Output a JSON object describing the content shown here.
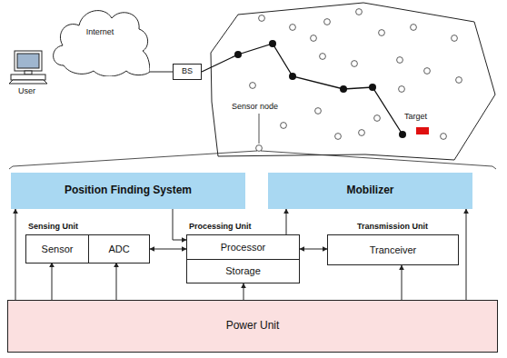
{
  "diagram": {
    "nodes": [
      {
        "text": [
          "Internet"
        ]
      },
      {
        "text": [
          "BS"
        ]
      },
      {
        "text": [
          "Position Finding System"
        ]
      },
      {
        "text": [
          "Mobilizer"
        ]
      },
      {
        "text": [
          "Sensing Unit"
        ]
      },
      {
        "text": [
          "Sensor"
        ],
        "in": 4
      },
      {
        "text": [
          "ADC"
        ],
        "in": 4
      },
      {
        "text": [
          "Processing Unit"
        ]
      },
      {
        "text": [
          "Processor"
        ],
        "in": 7
      },
      {
        "text": [
          "Storage"
        ],
        "in": 7
      },
      {
        "text": [
          "Transmission Unit"
        ]
      },
      {
        "text": [
          "Tranceiver"
        ],
        "in": 10
      },
      {
        "text": [
          "Power Unit"
        ]
      }
    ],
    "edges": [
      {
        "from": 0,
        "to": 1,
        "arrow": "none"
      },
      {
        "from": 2,
        "to": 7,
        "arrow": "to"
      },
      {
        "from": 7,
        "to": 3,
        "arrow": "to"
      },
      {
        "from": 4,
        "to": 7,
        "arrow": "both"
      },
      {
        "from": 7,
        "to": 10,
        "arrow": "both"
      },
      {
        "from": 12,
        "to": 2,
        "arrow": "to"
      },
      {
        "from": 12,
        "to": 5,
        "arrow": "to"
      },
      {
        "from": 12,
        "to": 6,
        "arrow": "to"
      },
      {
        "from": 12,
        "to": 7,
        "arrow": "to"
      },
      {
        "from": 12,
        "to": 10,
        "arrow": "to"
      },
      {
        "from": 12,
        "to": 3,
        "arrow": "to"
      }
    ],
    "labels": [
      "User",
      "Sensor node",
      "Target"
    ]
  }
}
